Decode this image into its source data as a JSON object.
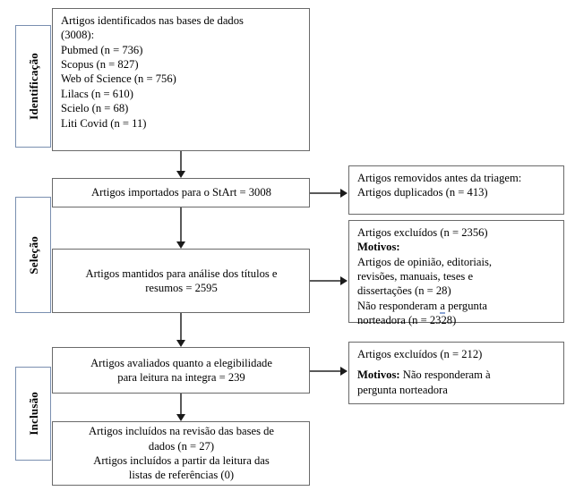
{
  "diagram": {
    "title": "PRISMA flow diagram",
    "language": "pt-BR",
    "colors": {
      "stage_border": "#7a8fb0",
      "box_border": "#6a6a6a",
      "connector": "#5a5a5a",
      "arrowhead": "#1a1a1a",
      "spellcheck_underline": "#8aa4d4",
      "background": "#ffffff",
      "text": "#000000"
    }
  },
  "stages": [
    {
      "id": "identificacao",
      "label": "Identificação"
    },
    {
      "id": "selecao",
      "label": "Seleção"
    },
    {
      "id": "inclusao",
      "label": "Inclusão"
    }
  ],
  "boxes": {
    "identified": {
      "lines": [
        "Artigos identificados nas bases de dados",
        "(3008):",
        "Pubmed (n = 736)",
        "Scopus (n = 827)",
        "Web of Science (n = 756)",
        "Lilacs (n = 610)",
        "Scielo (n = 68)",
        "Liti Covid (n = 11)"
      ]
    },
    "imported": {
      "lines": [
        "Artigos importados para o StArt = 3008"
      ]
    },
    "removed_before_screening": {
      "lines": [
        "Artigos removidos antes da triagem:",
        "Artigos duplicados (n = 413)"
      ]
    },
    "kept_for_titles": {
      "lines": [
        "Artigos mantidos para análise dos títulos e",
        "resumos = 2595"
      ]
    },
    "excluded_screening": {
      "line_1": "Artigos excluídos (n = 2356)",
      "motivos_label": "Motivos:",
      "line_3": "Artigos de opinião, editoriais,",
      "line_4": "revisões, manuais, teses e",
      "line_5": "dissertações (n = 28)",
      "line_6_a": "Não responderam ",
      "line_6_spell": "a",
      "line_6_b": " pergunta",
      "line_7": "norteadora (n = 2328)"
    },
    "eligibility": {
      "lines": [
        "Artigos avaliados quanto a elegibilidade",
        "para leitura na integra = 239"
      ]
    },
    "excluded_eligibility": {
      "line_1": "Artigos excluídos (n = 212)",
      "motivos_label": "Motivos:",
      "motivos_text": " Não responderam à",
      "line_3": "pergunta norteadora"
    },
    "included": {
      "lines": [
        "Artigos incluídos na revisão das bases de",
        "dados (n = 27)",
        "Artigos incluídos a partir da leitura das",
        "listas de referências (0)"
      ]
    }
  },
  "counts": {
    "identified_total": 3008,
    "pubmed": 736,
    "scopus": 827,
    "web_of_science": 756,
    "lilacs": 610,
    "scielo": 68,
    "liti_covid": 11,
    "imported": 3008,
    "duplicates_removed": 413,
    "kept_for_screening": 2595,
    "excluded_screening": 2356,
    "excluded_opinion_editorial": 28,
    "excluded_not_answering": 2328,
    "assessed_eligibility": 239,
    "excluded_eligibility": 212,
    "included_databases": 27,
    "included_reference_lists": 0
  }
}
